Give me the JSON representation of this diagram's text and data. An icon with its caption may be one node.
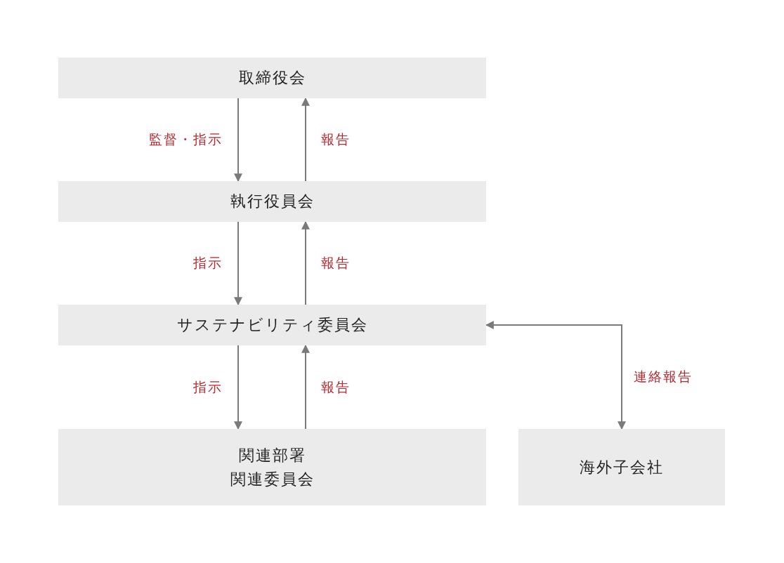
{
  "diagram": {
    "nodes": [
      {
        "text": [
          "取締役会"
        ]
      },
      {
        "text": [
          "執行役員会"
        ]
      },
      {
        "text": [
          "サステナビリティ委員会"
        ]
      },
      {
        "text": [
          "関連部署",
          "関連委員会"
        ]
      },
      {
        "text": [
          "海外子会社"
        ]
      }
    ],
    "edges": [
      {
        "from": 0,
        "to": 1,
        "arrow": "to",
        "label": "監督・指示"
      },
      {
        "from": 1,
        "to": 0,
        "arrow": "to",
        "label": "報告"
      },
      {
        "from": 1,
        "to": 2,
        "arrow": "to",
        "label": "指示"
      },
      {
        "from": 2,
        "to": 1,
        "arrow": "to",
        "label": "報告"
      },
      {
        "from": 2,
        "to": 3,
        "arrow": "to",
        "label": "指示"
      },
      {
        "from": 3,
        "to": 2,
        "arrow": "to",
        "label": "報告"
      },
      {
        "from": 2,
        "to": 4,
        "arrow": "both",
        "label": "連絡報告"
      }
    ]
  }
}
